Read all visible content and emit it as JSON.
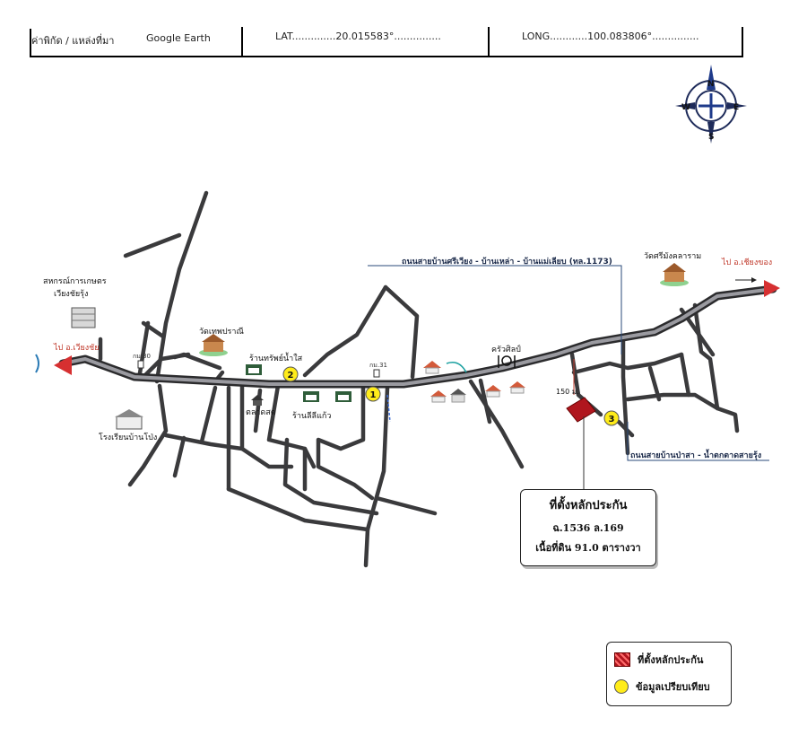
{
  "header": {
    "source_label": "ค่าพิกัด / แหล่งที่มา",
    "source_value": "Google Earth",
    "lat_text": "LAT..............20.015583°...............",
    "long_text": "LONG............100.083806°...............",
    "compass": {
      "n": "N",
      "s": "S",
      "e": "E",
      "w": "W"
    }
  },
  "places": {
    "coop": [
      "สหกรณ์การเกษตร",
      "เวียงชัยรุ้ง"
    ],
    "to_left": "ไป อ.เวียงชัย",
    "km30": "กม.30",
    "wat_thep": "วัดเทพปราณี",
    "shop": "ร้านทรัพย์น้ำใส",
    "market": "ตลาดสด",
    "shop2": "ร้านลีลีแก้ว",
    "km31": "กม.31",
    "school": "โรงเรียนบ้านโป่ง",
    "kitchen": "ครัวศิลป์",
    "wat_right": "วัดศรีมังคลาราม",
    "to_right": "ไป อ.เชียงของ",
    "dist": "150 ม."
  },
  "roads": {
    "road_top": "ถนนสายบ้านศรีเวียง - บ้านเหล่า - บ้านแม่เลียบ (ทล.1173)",
    "road_bottom": "ถนนสายบ้านป่าสา - น้ำตกตาดสายรุ้ง"
  },
  "markers": [
    "1",
    "2",
    "3"
  ],
  "callout": {
    "title": "ที่ตั้งหลักประกัน",
    "line1": "ฉ.1536 ล.169",
    "line2": "เนื้อที่ดิน 91.0 ตารางวา"
  },
  "legend": {
    "collateral": "ที่ตั้งหลักประกัน",
    "comparison": "ข้อมูลเปรียบเทียบ"
  },
  "colors": {
    "road": "#3a3a3c",
    "marker": "#ffec1a",
    "arrow": "#d63031",
    "collateral": "#b0161e"
  }
}
